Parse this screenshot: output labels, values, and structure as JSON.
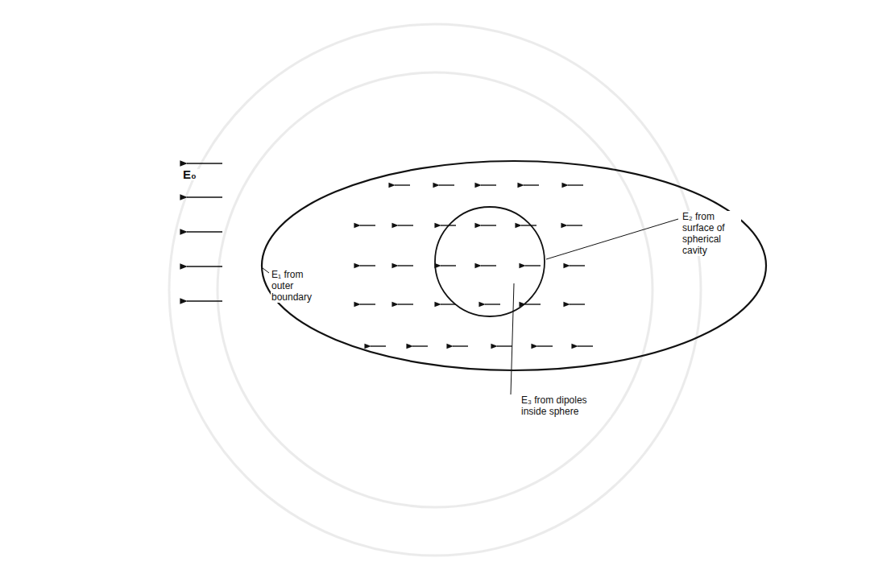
{
  "diagram": {
    "labels": [
      "E₀",
      "E₁ from outer boundary",
      "E₂ from surface of spherical cavity",
      "E₃ from dipoles inside sphere"
    ]
  }
}
